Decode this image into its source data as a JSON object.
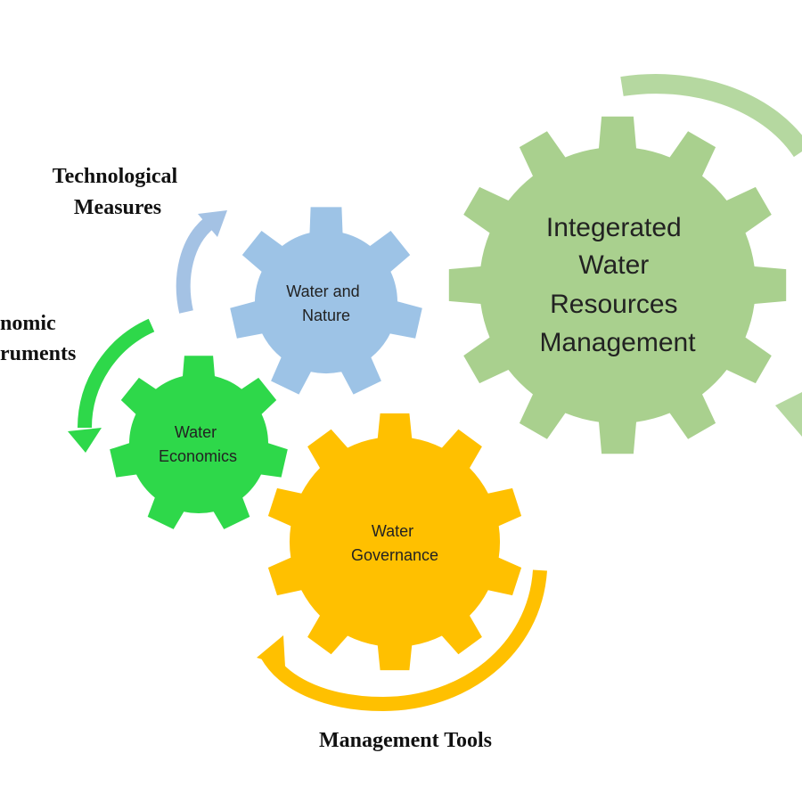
{
  "gears": {
    "iwrm": {
      "lines": [
        "Integerated",
        "Water",
        "Resources",
        "Management"
      ],
      "color": "#a9d08e"
    },
    "nature": {
      "lines": [
        "Water and",
        "Nature"
      ],
      "color": "#9dc3e6"
    },
    "economics": {
      "lines": [
        "Water",
        "Economics"
      ],
      "color": "#2ed84a"
    },
    "governance": {
      "lines": [
        "Water",
        "Governance"
      ],
      "color": "#ffc000"
    }
  },
  "labels": {
    "technological": [
      "Technological",
      "Measures"
    ],
    "economic": [
      "nomic",
      "ruments"
    ],
    "management": "Management Tools"
  },
  "arrows": {
    "technological_color": "#a4c2e4",
    "economic_color": "#2ed84a",
    "management_color": "#ffc000",
    "iwrm_color": "#b5d8a0"
  }
}
